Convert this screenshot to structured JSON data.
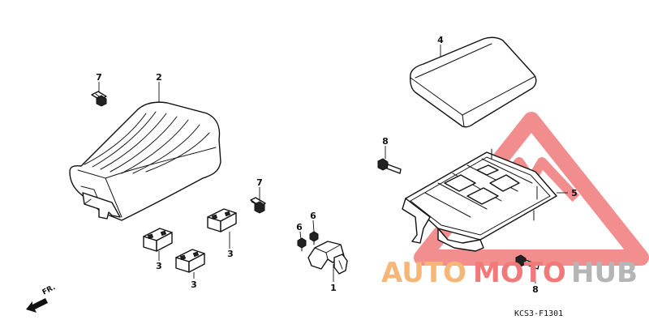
{
  "callouts": {
    "c1": "1",
    "c2": "2",
    "c3a": "3",
    "c3b": "3",
    "c3c": "3",
    "c4": "4",
    "c5": "5",
    "c6a": "6",
    "c6b": "6",
    "c7a": "7",
    "c7b": "7",
    "c8a": "8",
    "c8b": "8"
  },
  "front_label": "FR.",
  "diagram_code": "KCS3-F1301",
  "watermark": {
    "part_a": "AUTO",
    "part_b": "MOTO",
    "part_c": "HUB",
    "colors": {
      "auto": "#f5b678",
      "moto": "#f07a7a",
      "hub": "#b5b5b5",
      "triangle": "#f07a7a"
    }
  }
}
